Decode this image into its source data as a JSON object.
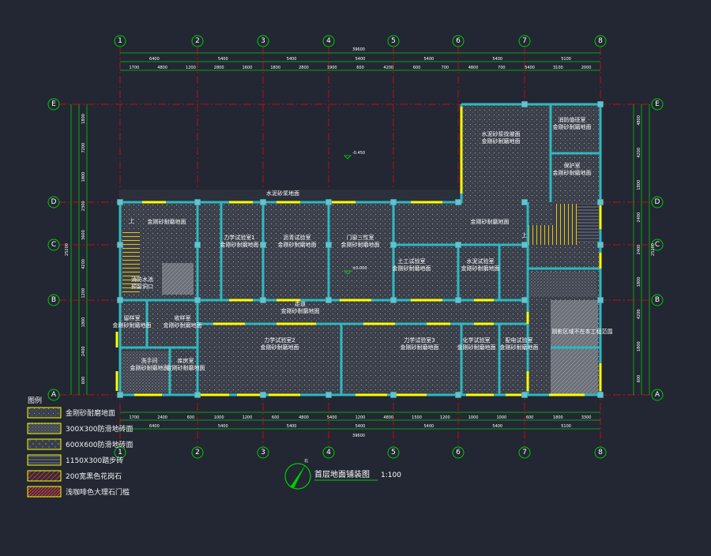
{
  "drawing": {
    "title": "首层地面铺装图",
    "scale": "1:100",
    "north_label": "北",
    "overall_dim": "39600",
    "depth_dim": "25200",
    "elevation_outdoor": "-0.450",
    "elevation_floor": "±0.000",
    "note_ramp": "上"
  },
  "grid_axes": {
    "columns": [
      "1",
      "2",
      "3",
      "4",
      "5",
      "6",
      "7",
      "8"
    ],
    "rows": [
      "E",
      "D",
      "C",
      "B",
      "A"
    ]
  },
  "dimensions": {
    "top_bays": [
      "6400",
      "5400",
      "5400",
      "5400",
      "5400",
      "5400",
      "5100"
    ],
    "top_detail": [
      "1700",
      "4800",
      "1200",
      "2800",
      "1600",
      "1800",
      "2800",
      "1900",
      "600",
      "4200",
      "600",
      "700",
      "4800",
      "700",
      "5400",
      "3100",
      "2000"
    ],
    "bottom_detail": [
      "1700",
      "2400",
      "600",
      "1000",
      "1200",
      "600",
      "4800",
      "5400",
      "1200",
      "4800",
      "1500",
      "1200",
      "1000",
      "1000",
      "600",
      "1800",
      "3300"
    ],
    "bottom_bays": [
      "6400",
      "5400",
      "5400",
      "5400",
      "5400",
      "5400",
      "5100"
    ],
    "left_side": [
      "1800",
      "7200",
      "1800",
      "2300",
      "3600",
      "4200",
      "1200",
      "1800",
      "2400",
      "600"
    ],
    "right_side": [
      "4800",
      "4200",
      "1800",
      "2400",
      "2400",
      "1800",
      "4200",
      "1800",
      "600"
    ]
  },
  "rooms": [
    {
      "name": "水泥砂浆找坡面",
      "sub": "金刚砂耐磨地面"
    },
    {
      "name": "消防值班室",
      "sub": "金刚砂耐磨地面"
    },
    {
      "name": "保护室",
      "sub": "金刚砂耐磨地面"
    },
    {
      "name": "水泥砂浆地面",
      "sub": ""
    },
    {
      "name": "",
      "sub": "金刚砂耐磨地面"
    },
    {
      "name": "金刚砂耐磨地面",
      "sub": ""
    },
    {
      "name": "力学试验室1",
      "sub": "金刚砂耐磨地面"
    },
    {
      "name": "沥青试验室",
      "sub": "金刚砂耐磨地面"
    },
    {
      "name": "门窗三性室",
      "sub": "金刚砂耐磨地面"
    },
    {
      "name": "土工试验室",
      "sub": "金刚砂耐磨地面"
    },
    {
      "name": "水泥试验室",
      "sub": "金刚砂耐磨地面"
    },
    {
      "name": "消防水池",
      "sub": "预留洞口"
    },
    {
      "name": "走道",
      "sub": "金刚砂耐磨地面"
    },
    {
      "name": "留样室",
      "sub": "金刚砂耐磨地面"
    },
    {
      "name": "收样室",
      "sub": "金刚砂耐磨地面"
    },
    {
      "name": "力学试验室2",
      "sub": "金刚砂耐磨地面"
    },
    {
      "name": "力学试验室3",
      "sub": "金刚砂耐磨地面"
    },
    {
      "name": "化学试验室",
      "sub": "金刚砂耐磨地面"
    },
    {
      "name": "配电试验室",
      "sub": "金刚砂耐磨地面"
    },
    {
      "name": "阴影区域不在本工程范围",
      "sub": ""
    },
    {
      "name": "洗手间",
      "sub": "金刚砂耐磨地面"
    },
    {
      "name": "库房室",
      "sub": "金刚砂耐磨地面"
    }
  ],
  "legend": {
    "title": "图例",
    "items": [
      {
        "label": "金刚砂耐磨地面",
        "pattern": "dots"
      },
      {
        "label": "300X300防滑地砖面",
        "pattern": "dots-dense"
      },
      {
        "label": "600X600防滑地砖面",
        "pattern": "dots-sparse"
      },
      {
        "label": "1150X300踏步砖",
        "pattern": "lines-h"
      },
      {
        "label": "200宽黑色花岗石",
        "pattern": "diag-red"
      },
      {
        "label": "浅咖啡色大理石门槛",
        "pattern": "diag-red-dense"
      }
    ]
  },
  "colors": {
    "background": "#222733",
    "axis_line": "#ff0000",
    "dim_line": "#00cc00",
    "wall": "#2fb8c0",
    "door": "#ffff00",
    "fill": "#3a3f4a",
    "column": "#6bbfcc"
  }
}
